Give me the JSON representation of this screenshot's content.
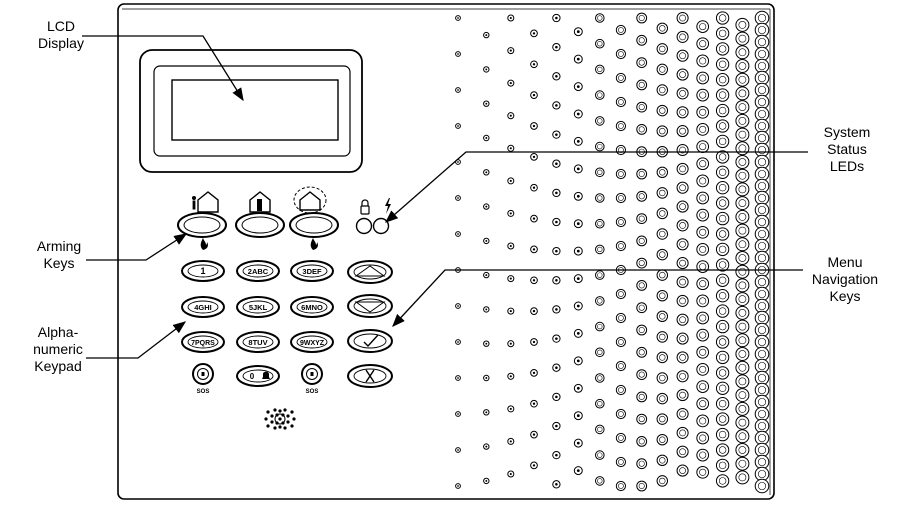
{
  "callouts": {
    "lcd": "LCD\nDisplay",
    "status_leds": "System\nStatus\nLEDs",
    "arming": "Arming\nKeys",
    "navigation": "Menu\nNavigation\nKeys",
    "keypad": "Alpha-\nnumeric\nKeypad"
  },
  "keys": {
    "k1": "1",
    "k2": "2ABC",
    "k3": "3DEF",
    "k4": "4GHI",
    "k5": "5JKL",
    "k6": "6MNO",
    "k7": "7PQRS",
    "k8": "8TUV",
    "k9": "9WXYZ",
    "k0": "0",
    "sos": "SOS"
  },
  "icons": {
    "arm_away": "home-person-icon",
    "arm_home": "home-inside-icon",
    "disarm": "home-dashed-icon",
    "fire": "flame-icon",
    "arm_led": "lock-icon",
    "power_led": "lightning-icon",
    "nav_up": "triangle-up-icon",
    "nav_down": "triangle-down-icon",
    "nav_ok": "check-icon",
    "nav_cancel": "x-icon",
    "emergency": "bell-icon",
    "speaker": "speaker-grille-icon"
  }
}
